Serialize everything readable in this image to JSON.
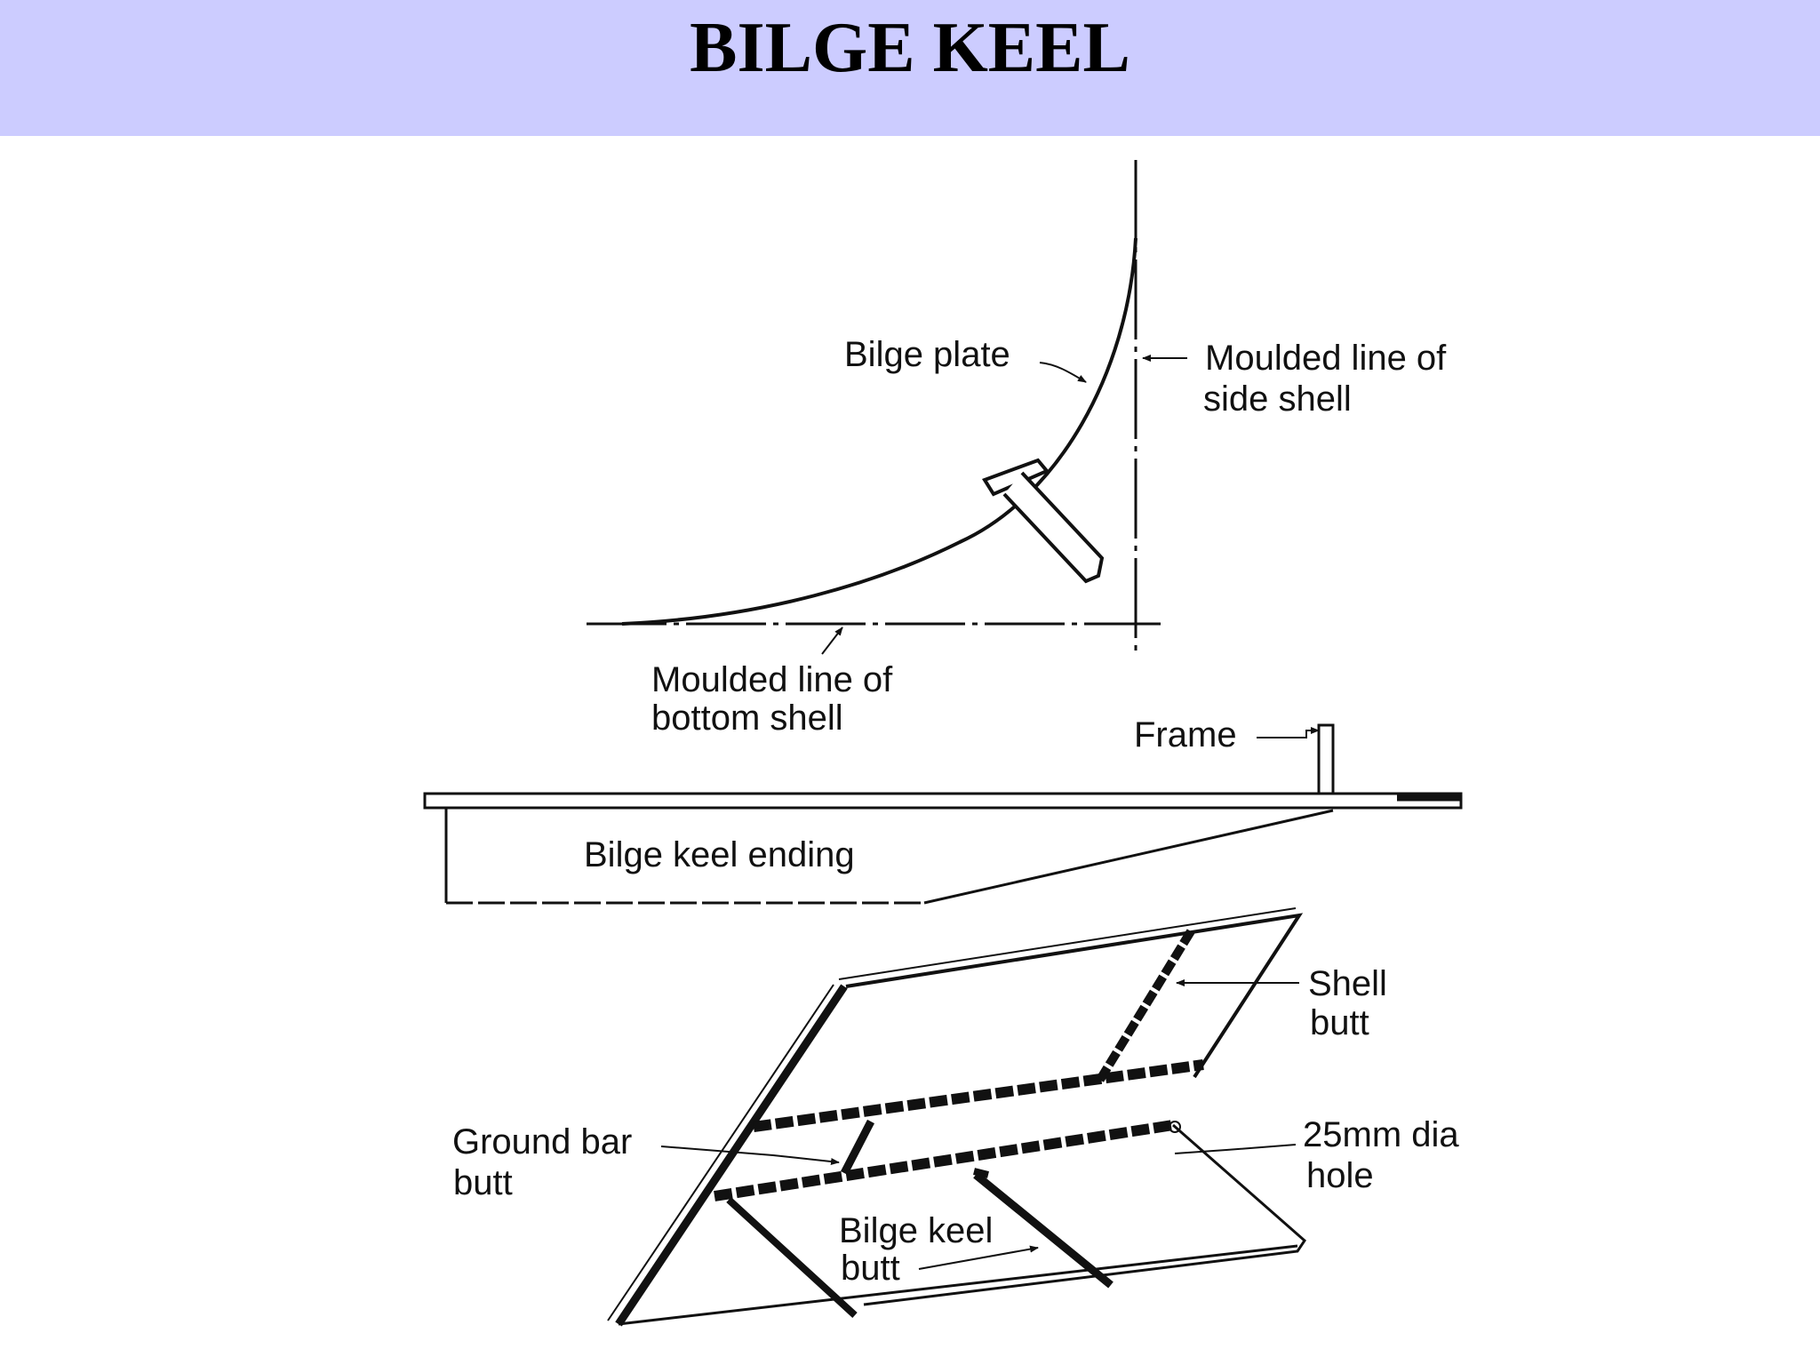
{
  "header": {
    "title": "BILGE KEEL",
    "background": "#ccccff"
  },
  "diagram": {
    "section_view": {
      "bilge_plate": "Bilge plate",
      "side_shell_line": [
        "Moulded line of",
        "side shell"
      ],
      "bottom_shell_line": [
        "Moulded line of",
        "bottom shell"
      ]
    },
    "ending_view": {
      "frame": "Frame",
      "ending": "Bilge keel ending"
    },
    "isometric_view": {
      "shell_butt": [
        "Shell",
        "butt"
      ],
      "hole": [
        "25mm dia",
        "hole"
      ],
      "ground_bar_butt": [
        "Ground bar",
        "butt"
      ],
      "bilge_keel_butt": [
        "Bilge keel",
        "butt"
      ]
    }
  }
}
